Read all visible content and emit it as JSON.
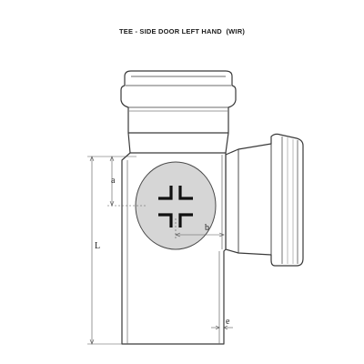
{
  "title": "TEE - SIDE DOOR LEFT HAND  (WIR)",
  "dimensions": {
    "a": "a",
    "b": "b",
    "L": "L",
    "e": "e"
  },
  "colors": {
    "outline": "#3a3a3a",
    "door_fill": "#d6d6d6",
    "dimension_line": "#555555",
    "text": "#1a1a1a"
  }
}
